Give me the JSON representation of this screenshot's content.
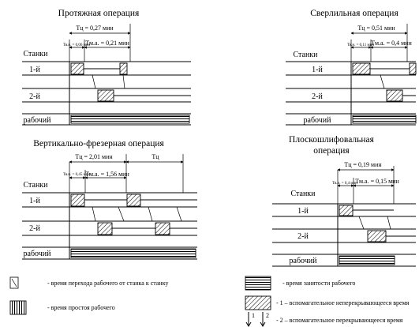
{
  "protyazh": {
    "title": "Протяжная операция",
    "axis_label": "Станки",
    "machine1": "1-й",
    "machine2": "2-й",
    "worker": "рабочий",
    "tc": "Тц = 0,27 мин",
    "tvn": "Тв.н. = 0,06 мин",
    "tma": "Тм.а. = 0,21 мин"
  },
  "sverl": {
    "title": "Сверлильная операция",
    "axis_label": "Станки",
    "machine1": "1-й",
    "machine2": "2-й",
    "worker": "рабочий",
    "tc": "Тц = 0,51 мин",
    "tvn": "Тв.н. = 0,11 мин",
    "tma": "Тм.а. = 0,4 мин"
  },
  "frez": {
    "title": "Вертикально-фрезерная операция",
    "axis_label": "Станки",
    "machine1": "1-й",
    "machine2": "2-й",
    "worker": "рабочий",
    "tc": "Тц = 2,01 мин",
    "tc2": "Тц",
    "tvn": "Тв.н. = 0,45 мин",
    "tma": "Тм.а. = 1,56 мин"
  },
  "shlif": {
    "title1": "Плоскошлифовальная",
    "title2": "операция",
    "axis_label": "Станки",
    "machine1": "1-й",
    "machine2": "2-й",
    "worker": "рабочий",
    "tc": "Тц = 0,19 мин",
    "tvn": "Тв.н. = 0,4 мин",
    "tma": "Тм.а. = 0,15 мин"
  },
  "legend": {
    "transition": "- время перехода рабочего от станка к станку",
    "idle": "- время простоя рабочего",
    "busy": "- время занятости рабочего",
    "nonoverlap": "- 1 – вспомагательное неперекрывающееся время",
    "overlap": "- 2 – вспомагательное перекрывающееся время",
    "arrow1": "1",
    "arrow2": "2"
  }
}
